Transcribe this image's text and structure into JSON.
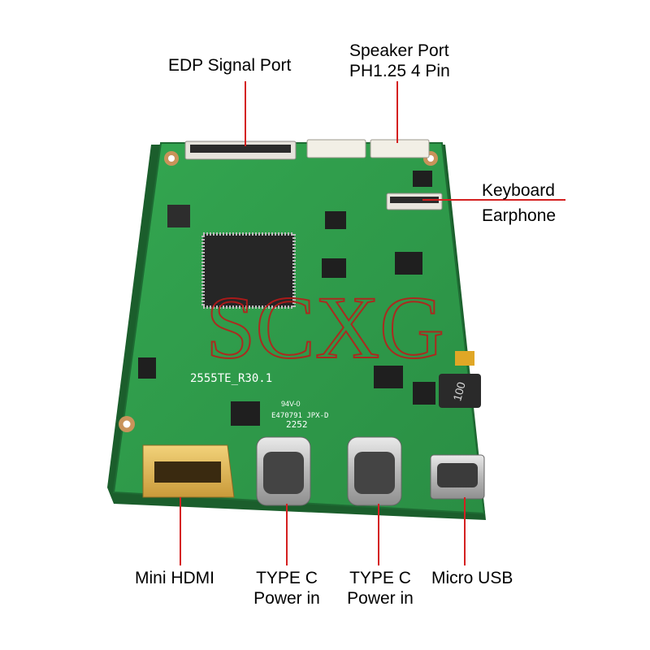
{
  "labels": {
    "edp": "EDP Signal Port",
    "speaker_line1": "Speaker Port",
    "speaker_line2": "PH1.25 4 Pin",
    "keyboard": "Keyboard",
    "earphone": "Earphone",
    "mini_hdmi": "Mini HDMI",
    "typec1_line1": "TYPE C",
    "typec1_line2": "Power in",
    "typec2_line1": "TYPE C",
    "typec2_line2": "Power in",
    "micro_usb": "Micro USB"
  },
  "board": {
    "silkscreen_model": "2555TE_R30.1",
    "inductor_marking": "100",
    "rating": "94V-0",
    "cert_code": "E470791 JPX-D",
    "date_code": "2252"
  },
  "watermark": "SCXG",
  "colors": {
    "pcb": "#2f9a4a",
    "pcb_dark": "#237a39",
    "leader_line": "#d42020",
    "watermark": "#c01818",
    "text": "#000000"
  }
}
